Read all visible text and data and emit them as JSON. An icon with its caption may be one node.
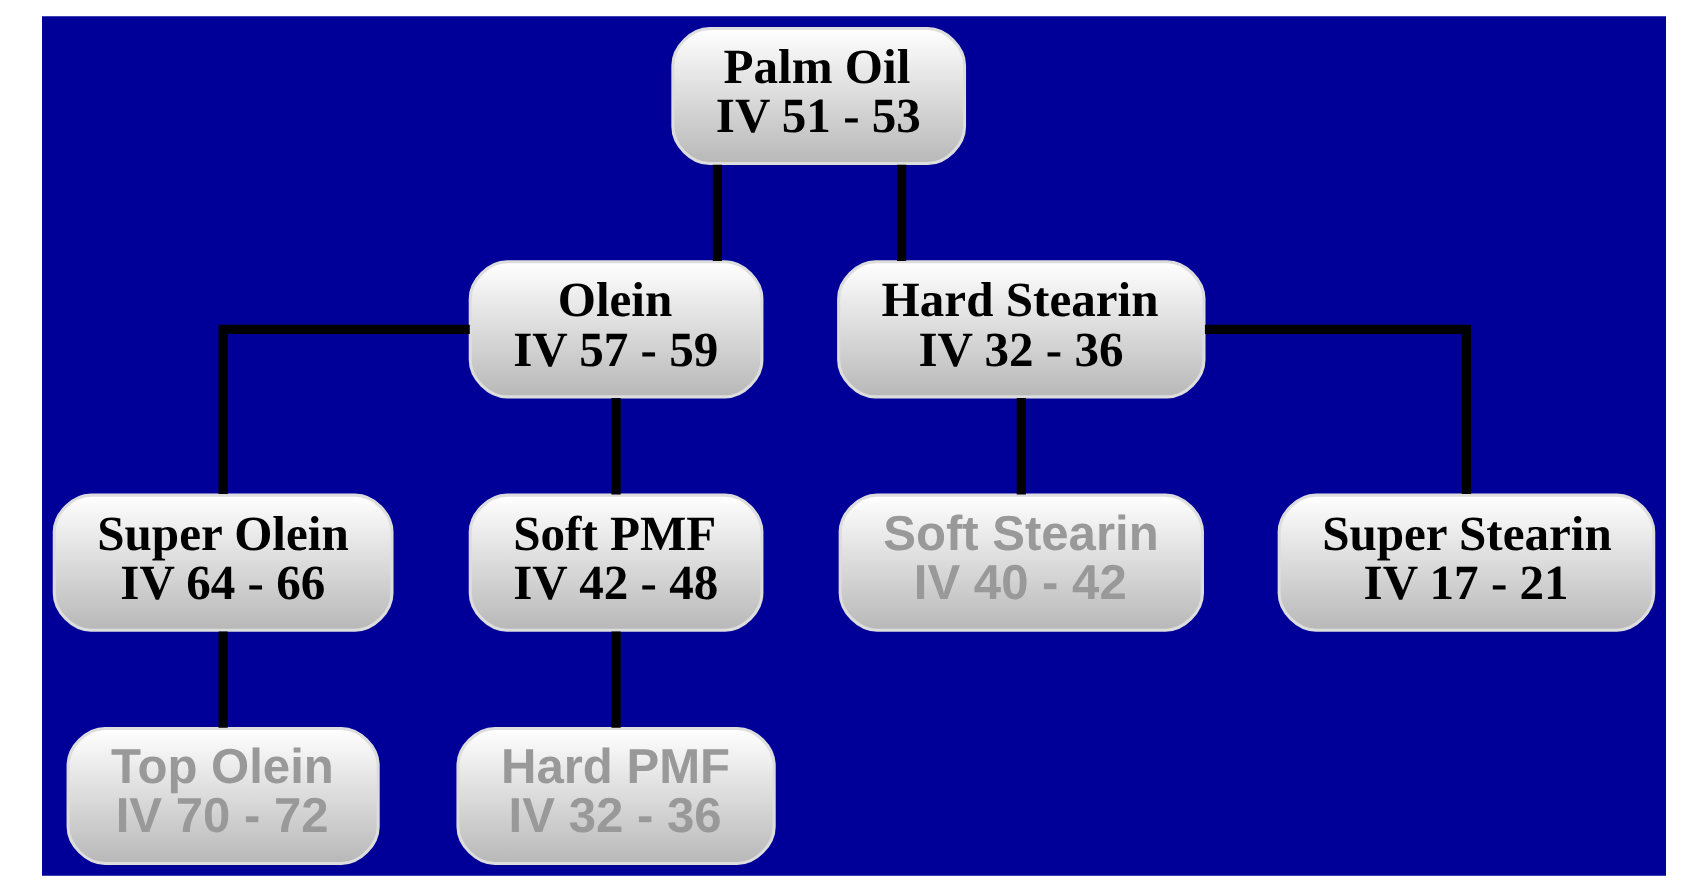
{
  "diagram": {
    "nodes": [
      {
        "text": [
          "Palm Oil",
          "IV 51 - 53"
        ]
      },
      {
        "text": [
          "Olein",
          "IV 57 - 59"
        ]
      },
      {
        "text": [
          "Hard Stearin",
          "IV 32 - 36"
        ]
      },
      {
        "text": [
          "Super Olein",
          "IV 64 - 66"
        ]
      },
      {
        "text": [
          "Soft PMF",
          "IV 42 - 48"
        ]
      },
      {
        "text": [
          "Soft Stearin",
          "IV 40 - 42"
        ]
      },
      {
        "text": [
          "Super Stearin",
          "IV 17 - 21"
        ]
      },
      {
        "text": [
          "Top Olein",
          "IV 70 - 72"
        ]
      },
      {
        "text": [
          "Hard PMF",
          "IV 32 - 36"
        ]
      }
    ],
    "edges": [
      {
        "from": 0,
        "to": 1,
        "arrow": "none"
      },
      {
        "from": 0,
        "to": 2,
        "arrow": "none"
      },
      {
        "from": 1,
        "to": 3,
        "arrow": "none"
      },
      {
        "from": 1,
        "to": 4,
        "arrow": "none"
      },
      {
        "from": 2,
        "to": 5,
        "arrow": "none"
      },
      {
        "from": 2,
        "to": 6,
        "arrow": "none"
      },
      {
        "from": 3,
        "to": 7,
        "arrow": "none"
      },
      {
        "from": 4,
        "to": 8,
        "arrow": "none"
      }
    ]
  }
}
